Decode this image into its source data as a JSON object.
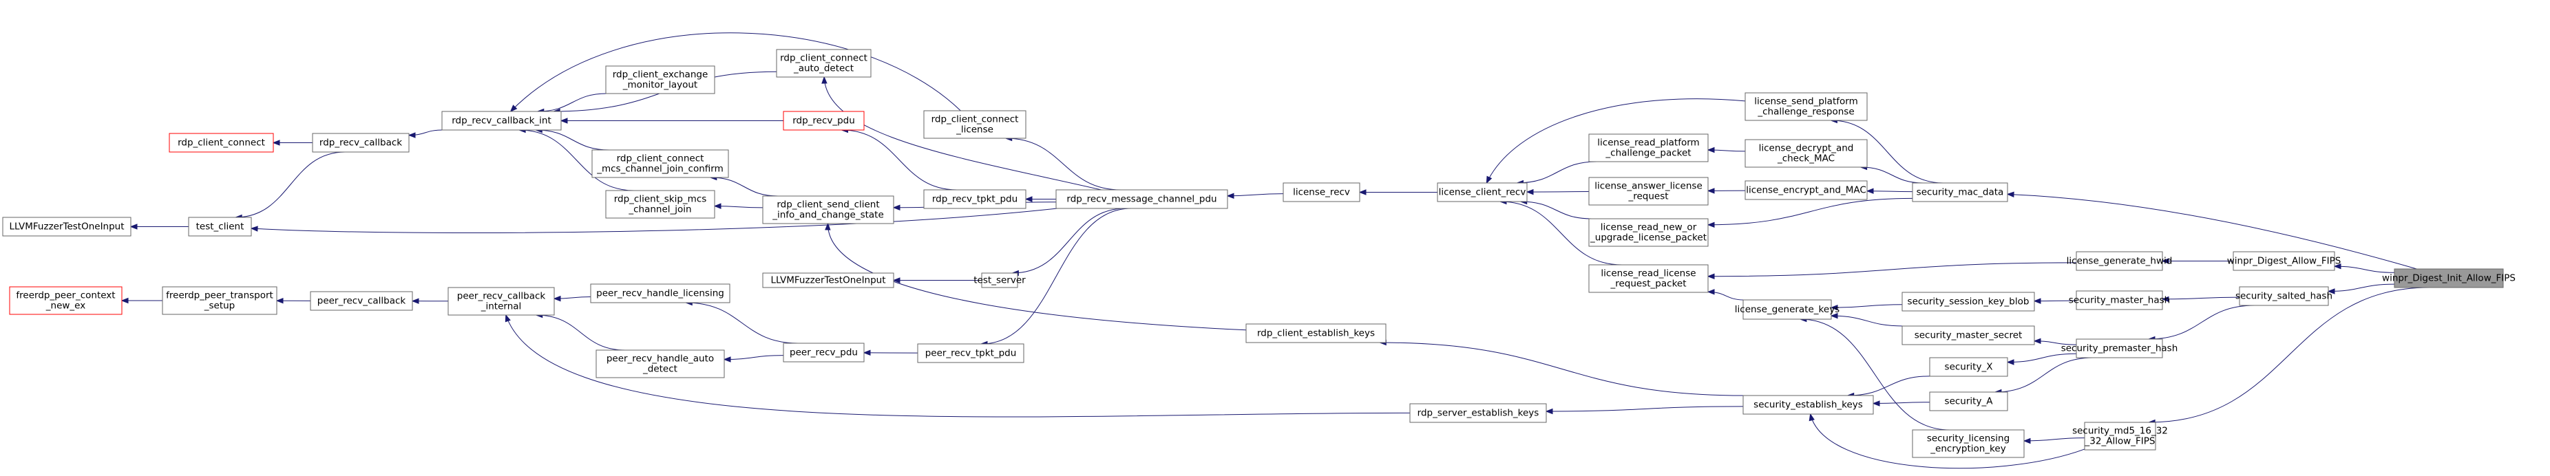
{
  "graph": {
    "nodes": {
      "root": {
        "lines": [
          "winpr_Digest_Init_Allow_FIPS"
        ],
        "style": "root"
      },
      "dafips": {
        "lines": [
          "winpr_Digest_Allow_FIPS"
        ]
      },
      "salted": {
        "lines": [
          "security_salted_hash"
        ]
      },
      "md5": {
        "lines": [
          "security_md5_16_32",
          "_32_Allow_FIPS"
        ]
      },
      "mac": {
        "lines": [
          "security_mac_data"
        ]
      },
      "hwid": {
        "lines": [
          "license_generate_hwid"
        ]
      },
      "mhash": {
        "lines": [
          "security_master_hash"
        ]
      },
      "pmhash": {
        "lines": [
          "security_premaster_hash"
        ]
      },
      "lcr": {
        "lines": [
          "license_client_recv"
        ]
      },
      "lrecv": {
        "lines": [
          "license_recv"
        ]
      },
      "rmcp": {
        "lines": [
          "rdp_recv_message_channel_pdu"
        ]
      },
      "rcl": {
        "lines": [
          "rdp_client_connect",
          "_license"
        ]
      },
      "rtpkt": {
        "lines": [
          "rdp_recv_tpkt_pdu"
        ]
      },
      "ts": {
        "lines": [
          "test_server"
        ]
      },
      "tc": {
        "lines": [
          "test_client"
        ]
      },
      "llvm1": {
        "lines": [
          "LLVMFuzzerTestOneInput"
        ]
      },
      "llvm2": {
        "lines": [
          "LLVMFuzzerTestOneInput"
        ]
      },
      "rpdu": {
        "lines": [
          "rdp_recv_pdu"
        ],
        "style": "red"
      },
      "rcbi": {
        "lines": [
          "rdp_recv_callback_int"
        ]
      },
      "rcad": {
        "lines": [
          "rdp_client_connect",
          "_auto_detect"
        ]
      },
      "rcemon": {
        "lines": [
          "rdp_client_exchange",
          "_monitor_layout"
        ]
      },
      "rcmcs": {
        "lines": [
          "rdp_client_connect",
          "_mcs_channel_join_confirm"
        ]
      },
      "rcskip": {
        "lines": [
          "rdp_client_skip_mcs",
          "_channel_join"
        ]
      },
      "rcsend": {
        "lines": [
          "rdp_client_send_client",
          "_info_and_change_state"
        ]
      },
      "rcb": {
        "lines": [
          "rdp_recv_callback"
        ]
      },
      "rcc": {
        "lines": [
          "rdp_client_connect"
        ],
        "style": "red"
      },
      "ptpkt": {
        "lines": [
          "peer_recv_tpkt_pdu"
        ]
      },
      "ppdu": {
        "lines": [
          "peer_recv_pdu"
        ]
      },
      "phl": {
        "lines": [
          "peer_recv_handle_licensing"
        ]
      },
      "phad": {
        "lines": [
          "peer_recv_handle_auto",
          "_detect"
        ]
      },
      "pcbi": {
        "lines": [
          "peer_recv_callback",
          "_internal"
        ]
      },
      "pcb": {
        "lines": [
          "peer_recv_callback"
        ]
      },
      "fpts": {
        "lines": [
          "freerdp_peer_transport",
          "_setup"
        ]
      },
      "fpcn": {
        "lines": [
          "freerdp_peer_context",
          "_new_ex"
        ],
        "style": "red"
      },
      "splat": {
        "lines": [
          "license_send_platform",
          "_challenge_response"
        ]
      },
      "rplat": {
        "lines": [
          "license_read_platform",
          "_challenge_packet"
        ]
      },
      "dcmac": {
        "lines": [
          "license_decrypt_and",
          "_check_MAC"
        ]
      },
      "ansl": {
        "lines": [
          "license_answer_license",
          "_request"
        ]
      },
      "encmac": {
        "lines": [
          "license_encrypt_and_MAC"
        ]
      },
      "rnew": {
        "lines": [
          "license_read_new_or",
          "_upgrade_license_packet"
        ]
      },
      "rlrp": {
        "lines": [
          "license_read_license",
          "_request_packet"
        ]
      },
      "lgk": {
        "lines": [
          "license_generate_keys"
        ]
      },
      "skb": {
        "lines": [
          "security_session_key_blob"
        ]
      },
      "ms": {
        "lines": [
          "security_master_secret"
        ]
      },
      "sx": {
        "lines": [
          "security_X"
        ]
      },
      "sa": {
        "lines": [
          "security_A"
        ]
      },
      "sek": {
        "lines": [
          "security_establish_keys"
        ]
      },
      "slek": {
        "lines": [
          "security_licensing",
          "_encryption_key"
        ]
      },
      "rcek": {
        "lines": [
          "rdp_client_establish_keys"
        ]
      },
      "rsek": {
        "lines": [
          "rdp_server_establish_keys"
        ]
      }
    },
    "colors": {
      "edge": "#191970",
      "node_border": "#666666",
      "root_fill": "#999999",
      "highlight_border": "#ff0000"
    }
  }
}
